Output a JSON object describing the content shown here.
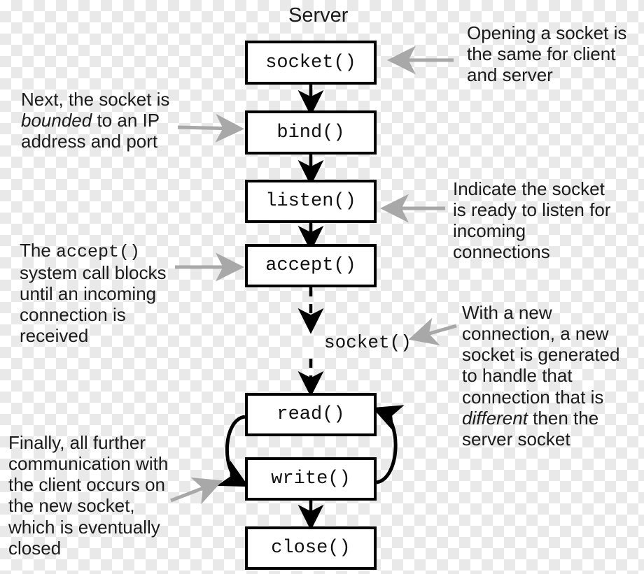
{
  "diagram": {
    "title": "Server",
    "nodes": [
      {
        "id": "socket",
        "label": "socket()"
      },
      {
        "id": "bind",
        "label": "bind()"
      },
      {
        "id": "listen",
        "label": "listen()"
      },
      {
        "id": "accept",
        "label": "accept()"
      },
      {
        "id": "read",
        "label": "read()"
      },
      {
        "id": "write",
        "label": "write()"
      },
      {
        "id": "close",
        "label": "close()"
      }
    ],
    "edge_label": "socket()",
    "edges": [
      {
        "from": "socket",
        "to": "bind",
        "style": "solid"
      },
      {
        "from": "bind",
        "to": "listen",
        "style": "solid"
      },
      {
        "from": "listen",
        "to": "accept",
        "style": "solid"
      },
      {
        "from": "accept",
        "to": "read",
        "style": "dashed",
        "label": "socket()"
      },
      {
        "from": "read",
        "to": "write",
        "style": "curved-left"
      },
      {
        "from": "write",
        "to": "read",
        "style": "curved-right"
      },
      {
        "from": "write",
        "to": "close",
        "style": "solid"
      }
    ],
    "colors": {
      "box_border": "#000000",
      "box_fill": "#ffffff",
      "text": "#1b1b1b",
      "arrow": "#000000",
      "annotation_arrow": "#a8a8a8"
    }
  },
  "annotations": [
    {
      "id": "note-socket",
      "target": "socket",
      "lines": [
        "Opening a socket is",
        "the same for client",
        "and server"
      ]
    },
    {
      "id": "note-bind",
      "target": "bind",
      "lines": [
        "Next, the socket is",
        "bounded to an IP",
        "address and port"
      ],
      "emphasis": "bounded"
    },
    {
      "id": "note-listen",
      "target": "listen",
      "lines": [
        "Indicate the socket",
        "is ready to listen for",
        "incoming",
        "connections"
      ]
    },
    {
      "id": "note-accept",
      "target": "accept",
      "lines": [
        "The accept()",
        "system call blocks",
        "until an incoming",
        "connection is",
        "received"
      ],
      "code": "accept()"
    },
    {
      "id": "note-newsocket",
      "target": "edge-label-socket",
      "lines": [
        "With a new",
        "connection, a new",
        "socket is generated",
        "to handle that",
        "connection that is",
        "different then the",
        "server socket"
      ],
      "emphasis": "different"
    },
    {
      "id": "note-readwrite",
      "target": "write",
      "lines": [
        "Finally, all further",
        "communication with",
        "the client occurs on",
        "the new socket,",
        "which is eventually",
        "closed"
      ]
    }
  ]
}
